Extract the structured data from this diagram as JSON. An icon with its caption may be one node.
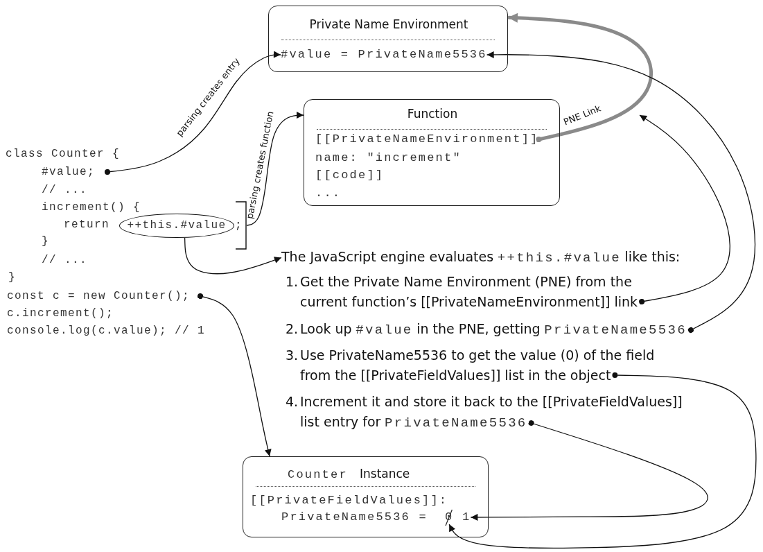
{
  "diagram": {
    "nodes": [
      {
        "text": [
          "Private Name Environment"
        ]
      },
      {
        "text": [
          "#value = PrivateName5536"
        ],
        "in": 0
      },
      {
        "text": [
          "Function",
          "name: \"increment\"",
          "[[code]]",
          "..."
        ]
      },
      {
        "text": [
          "[[PrivateNameEnvironment]]"
        ],
        "in": 2
      },
      {
        "text": [
          "#value;"
        ]
      },
      {
        "text": [],
        "shape": "bracket"
      },
      {
        "text": [
          "++this.#value"
        ]
      },
      {
        "text": [
          "The JavaScript engine evaluates",
          "++this.#value",
          "like this:"
        ]
      },
      {
        "text": [
          "1.",
          "Get the Private Name Environment (PNE) from the current function’s [[PrivateNameEnvironment]] link"
        ]
      },
      {
        "text": [
          "2.",
          "Look up",
          "#value",
          "in the PNE, getting",
          "PrivateName5536"
        ]
      },
      {
        "text": [
          "3.",
          "Use PrivateName5536 to get the value (0) of the field from the [[PrivateFieldValues]] list in the object"
        ]
      },
      {
        "text": [
          "4.",
          "Increment it and store it back to the [[PrivateFieldValues]] list entry for",
          "PrivateName5536"
        ]
      },
      {
        "text": [
          "const c = new Counter();"
        ]
      },
      {
        "text": [
          "Counter",
          "Instance",
          "[[PrivateFieldValues]]:",
          "PrivateName5536 ="
        ]
      },
      {
        "text": [
          "0"
        ],
        "in": 13
      },
      {
        "text": [
          "1"
        ],
        "in": 13
      }
    ],
    "edges": [
      {
        "from": 4,
        "to": 1,
        "arrow": "to",
        "label": "parsing creates entry"
      },
      {
        "from": 5,
        "to": 2,
        "arrow": "to",
        "label": "parsing creates function"
      },
      {
        "from": 6,
        "to": 7,
        "arrow": "to"
      },
      {
        "from": 3,
        "to": 0,
        "arrow": "to",
        "label": "PNE Link",
        "style": "thick",
        "color": "#8a8a8a"
      },
      {
        "from": 8,
        "to": null,
        "arrow": "to"
      },
      {
        "from": 9,
        "to": 1,
        "arrow": "to"
      },
      {
        "from": 12,
        "to": 13,
        "arrow": "to"
      },
      {
        "from": 10,
        "to": 14,
        "arrow": "to"
      },
      {
        "from": 11,
        "to": 15,
        "arrow": "to"
      }
    ],
    "labels": [
      "class Counter {",
      "// ...",
      "increment() {",
      "return",
      ";",
      "}",
      "// ...",
      "}",
      "c.increment();",
      "console.log(c.value); // 1"
    ]
  }
}
